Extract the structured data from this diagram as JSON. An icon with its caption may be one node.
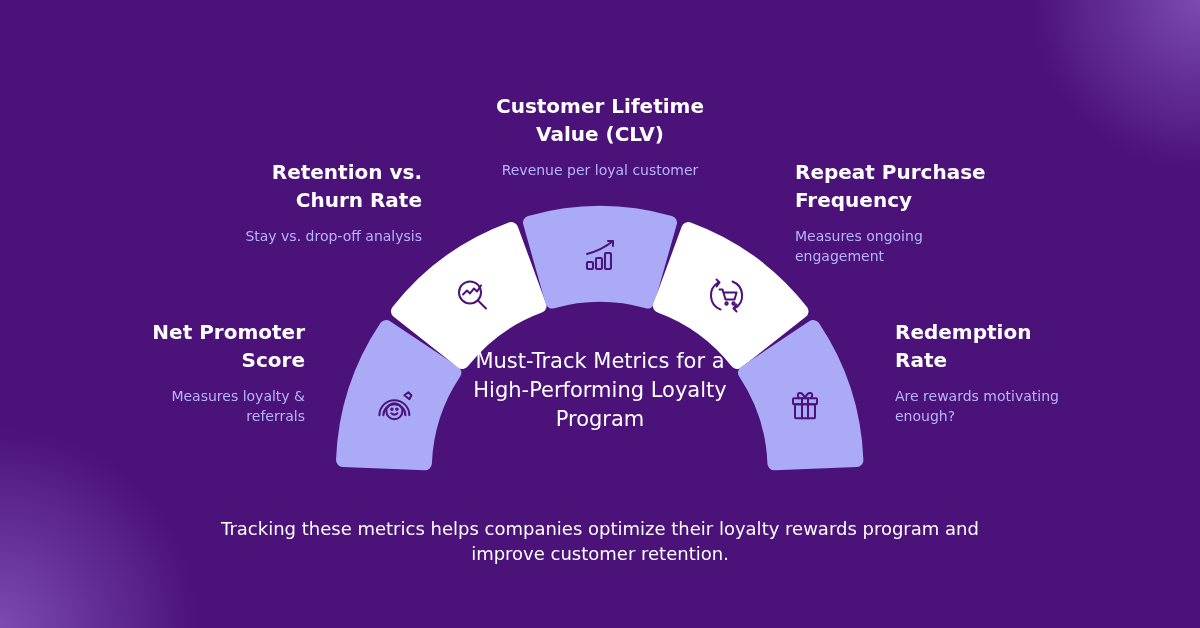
{
  "diagram": {
    "nodes": [
      {
        "text": [
          "Net Promoter Score",
          "Measures loyalty & referrals"
        ]
      },
      {
        "text": [
          "Retention vs. Churn Rate",
          "Stay vs. drop-off analysis"
        ]
      },
      {
        "text": [
          "Customer Lifetime Value (CLV)",
          "Revenue per loyal customer"
        ]
      },
      {
        "text": [
          "Repeat Purchase Frequency",
          "Measures ongoing engagement"
        ]
      },
      {
        "text": [
          "Redemption Rate",
          "Are rewards motivating enough?"
        ]
      },
      {
        "text": [
          "Must-Track Metrics for a High-Performing Loyalty Program"
        ]
      }
    ],
    "caption": "Tracking these metrics helps companies optimize their loyalty rewards program and improve customer retention."
  }
}
